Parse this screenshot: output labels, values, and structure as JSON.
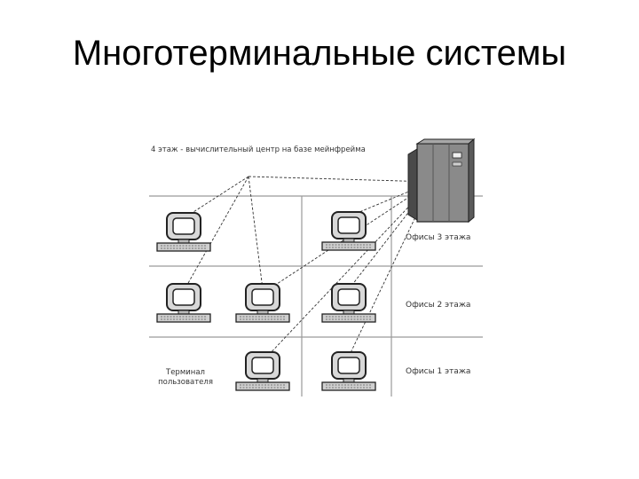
{
  "slide": {
    "title": "Многотерминальные системы"
  },
  "diagram": {
    "top_label": "4 этаж - вычислительный центр на базе мейнфрейма",
    "floor_labels": [
      "Офисы 3 этажа",
      "Офисы 2 этажа",
      "Офисы 1 этажа"
    ],
    "terminal_label_line1": "Терминал",
    "terminal_label_line2": "пользователя",
    "colors": {
      "lines": "#333333",
      "grid": "#9a9a9a",
      "mainframe_body": "#8a8a8a",
      "mainframe_dark": "#4a4a4a",
      "terminal_screen": "#ffffff",
      "terminal_body": "#d0d0d0"
    }
  }
}
